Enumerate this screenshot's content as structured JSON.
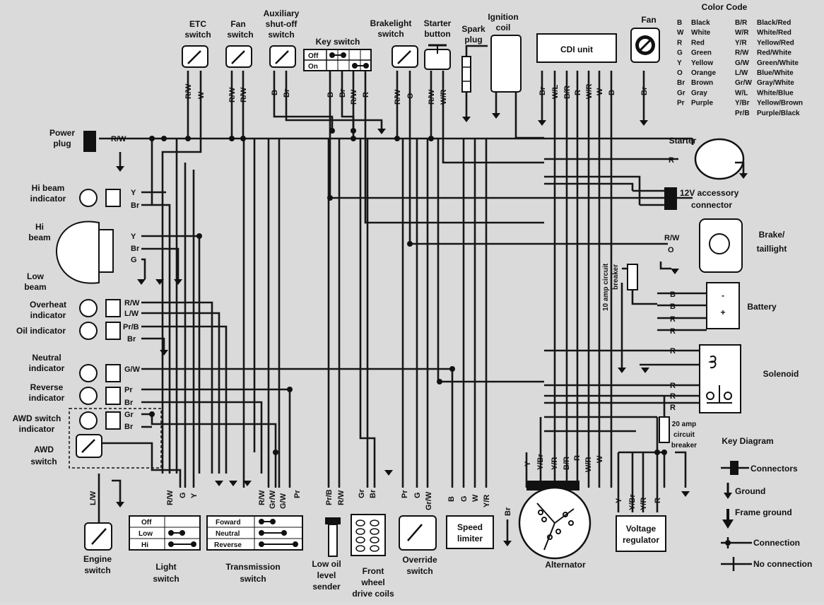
{
  "color_code": {
    "title": "Color Code",
    "left": [
      {
        "code": "B",
        "name": "Black"
      },
      {
        "code": "W",
        "name": "White"
      },
      {
        "code": "R",
        "name": "Red"
      },
      {
        "code": "G",
        "name": "Green"
      },
      {
        "code": "Y",
        "name": "Yellow"
      },
      {
        "code": "O",
        "name": "Orange"
      },
      {
        "code": "Br",
        "name": "Brown"
      },
      {
        "code": "Gr",
        "name": "Gray"
      },
      {
        "code": "Pr",
        "name": "Purple"
      }
    ],
    "right": [
      {
        "code": "B/R",
        "name": "Black/Red"
      },
      {
        "code": "W/R",
        "name": "White/Red"
      },
      {
        "code": "Y/R",
        "name": "Yellow/Red"
      },
      {
        "code": "R/W",
        "name": "Red/White"
      },
      {
        "code": "G/W",
        "name": "Green/White"
      },
      {
        "code": "L/W",
        "name": "Blue/White"
      },
      {
        "code": "Gr/W",
        "name": "Gray/White"
      },
      {
        "code": "W/L",
        "name": "White/Blue"
      },
      {
        "code": "Y/Br",
        "name": "Yellow/Brown"
      },
      {
        "code": "Pr/B",
        "name": "Purple/Black"
      }
    ]
  },
  "key_diagram": {
    "title": "Key Diagram",
    "items": [
      "Connectors",
      "Ground",
      "Frame ground",
      "Connection",
      "No connection"
    ]
  },
  "top_components": {
    "etc": [
      "ETC",
      "switch"
    ],
    "fan_switch": [
      "Fan",
      "switch"
    ],
    "aux": [
      "Auxiliary",
      "shut-off",
      "switch"
    ],
    "key_switch": "Key switch",
    "key_off": "Off",
    "key_on": "On",
    "brakelight": [
      "Brakelight",
      "switch"
    ],
    "starter_button": [
      "Starter",
      "button"
    ],
    "spark_plug": [
      "Spark",
      "plug"
    ],
    "ignition_coil": [
      "Ignition",
      "coil"
    ],
    "cdi": "CDI unit",
    "fan": "Fan"
  },
  "right_components": {
    "starter": "Starter",
    "accessory": [
      "12V accessory",
      "connector"
    ],
    "brake_taillight": [
      "Brake/",
      "taillight"
    ],
    "breaker10": [
      "10 amp circuit",
      "breaker"
    ],
    "battery": "Battery",
    "solenoid": "Solenoid",
    "breaker20": [
      "20 amp",
      "circuit",
      "breaker"
    ]
  },
  "left_components": {
    "power_plug": [
      "Power",
      "plug"
    ],
    "hi_beam_indicator": [
      "Hi beam",
      "indicator"
    ],
    "hi_beam": [
      "Hi",
      "beam"
    ],
    "low_beam": [
      "Low",
      "beam"
    ],
    "overheat": [
      "Overheat",
      "indicator"
    ],
    "oil": "Oil indicator",
    "neutral": [
      "Neutral",
      "indicator"
    ],
    "reverse": [
      "Reverse",
      "indicator"
    ],
    "awd_ind": [
      "AWD switch",
      "indicator"
    ],
    "awd_switch": [
      "AWD",
      "switch"
    ]
  },
  "bottom_components": {
    "engine_switch": [
      "Engine",
      "switch"
    ],
    "light_switch": [
      "Light",
      "switch"
    ],
    "light_rows": [
      "Off",
      "Low",
      "Hi"
    ],
    "transmission_switch": [
      "Transmission",
      "switch"
    ],
    "trans_rows": [
      "Foward",
      "Neutral",
      "Reverse"
    ],
    "low_oil": [
      "Low oil",
      "level",
      "sender"
    ],
    "front_wheel": [
      "Front",
      "wheel",
      "drive coils"
    ],
    "override": [
      "Override",
      "switch"
    ],
    "speed_limiter": [
      "Speed",
      "limiter"
    ],
    "alternator": "Alternator",
    "voltage_regulator": [
      "Voltage",
      "regulator"
    ]
  },
  "wire_labels": {
    "etc": [
      "R/W",
      "W"
    ],
    "fan_switch": [
      "R/W",
      "R/W"
    ],
    "aux": [
      "B",
      "Br"
    ],
    "key": [
      "B",
      "Br",
      "R/W",
      "R"
    ],
    "brake": [
      "R/W",
      "O"
    ],
    "starter_btn": [
      "R/W",
      "W/R"
    ],
    "cdi": [
      "Br",
      "W/L",
      "B/R",
      "R",
      "W/R",
      "W",
      "B"
    ],
    "fan": "Br",
    "power": "R/W",
    "hi_ind": [
      "Y",
      "Br"
    ],
    "hi_beam": [
      "Y",
      "Br",
      "G"
    ],
    "overheat": [
      "R/W",
      "L/W"
    ],
    "oil": [
      "Pr/B",
      "Br"
    ],
    "neutral": "G/W",
    "reverse": [
      "Pr",
      "Br"
    ],
    "awd": [
      "Gr",
      "Br"
    ],
    "engine": "L/W",
    "light": [
      "R/W",
      "G",
      "Y"
    ],
    "trans": [
      "R/W",
      "Gr/W",
      "G/W",
      "Pr"
    ],
    "low_oil": [
      "Pr/B",
      "R/W"
    ],
    "front": [
      "Gr",
      "Br"
    ],
    "override": [
      "Pr",
      "G",
      "Gr/W"
    ],
    "speed": [
      "B",
      "G",
      "W",
      "Y/R"
    ],
    "alt_br": "Br",
    "alt": [
      "Y",
      "Y/Br",
      "Y/R",
      "B/R",
      "R",
      "W/R",
      "W"
    ],
    "vr": [
      "Y",
      "Y/Br",
      "Y/R",
      "R"
    ],
    "starter_r": "R",
    "brake_r": [
      "R/W",
      "O"
    ],
    "battery": [
      "B",
      "B",
      "R",
      "R"
    ],
    "solenoid": [
      "R",
      "R",
      "R",
      "R"
    ]
  }
}
